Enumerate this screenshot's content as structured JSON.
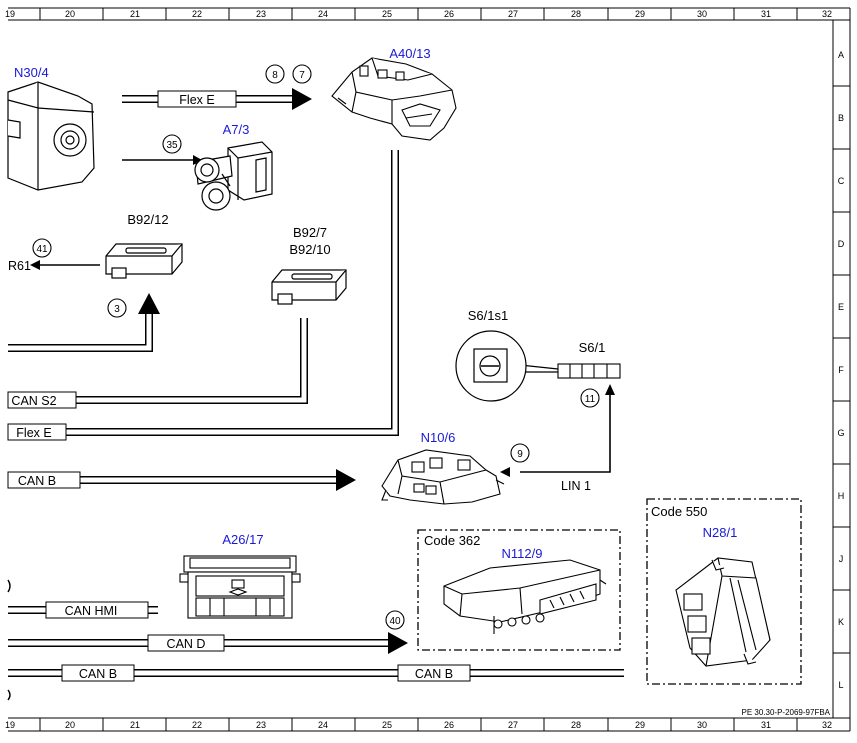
{
  "ruler": {
    "columns": [
      "19",
      "20",
      "21",
      "22",
      "23",
      "24",
      "25",
      "26",
      "27",
      "28",
      "29",
      "30",
      "31",
      "32"
    ],
    "rows": [
      "A",
      "B",
      "C",
      "D",
      "E",
      "F",
      "G",
      "H",
      "J",
      "K",
      "L"
    ]
  },
  "components": {
    "n30_4": "N30/4",
    "a7_3": "A7/3",
    "a40_13": "A40/13",
    "b92_12": "B92/12",
    "b92_7": "B92/7",
    "b92_10": "B92/10",
    "s6_1s1": "S6/1s1",
    "s6_1": "S6/1",
    "n10_6": "N10/6",
    "a26_17": "A26/17",
    "n112_9": "N112/9",
    "n28_1": "N28/1"
  },
  "codes": {
    "code_362": "Code 362",
    "code_550": "Code 550"
  },
  "buses": {
    "flex_e_top": "Flex E",
    "can_s2": "CAN S2",
    "flex_e_left": "Flex E",
    "can_b_mid": "CAN B",
    "can_hmi": "CAN HMI",
    "can_d": "CAN D",
    "can_b_bottom_left": "CAN B",
    "can_b_bottom_right": "CAN B",
    "lin_1": "LIN 1",
    "r61": "R61"
  },
  "markers": {
    "m8": "8",
    "m7": "7",
    "m35": "35",
    "m41": "41",
    "m3": "3",
    "m11": "11",
    "m9": "9",
    "m40": "40"
  },
  "reference": "PE 30.30-P-2069-97FBA"
}
